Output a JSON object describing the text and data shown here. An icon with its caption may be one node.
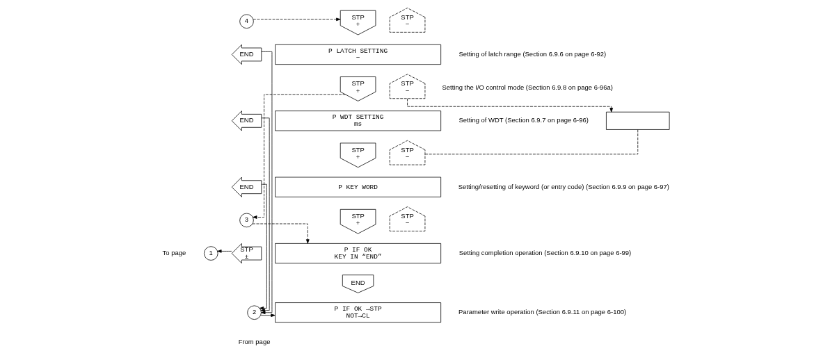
{
  "diagram": {
    "nodes": [
      {
        "text": [
          "4"
        ]
      },
      {
        "text": [
          "STP",
          "+"
        ]
      },
      {
        "text": [
          "STP",
          "−"
        ]
      },
      {
        "text": [
          "P LATCH SETTING",
          "−"
        ],
        "beside": [
          "Setting of latch range (Section 6.9.6 on page 6-92)"
        ]
      },
      {
        "text": [
          "END"
        ]
      },
      {
        "text": [
          "STP",
          "+"
        ]
      },
      {
        "text": [
          "STP",
          "−"
        ]
      },
      {
        "text": [
          "P WDT SETTING",
          "ms"
        ],
        "beside": [
          "Setting of WDT (Section 6.9.7 on page 6-96)"
        ]
      },
      {
        "text": [
          "END"
        ]
      },
      {
        "text": [],
        "shape": "box",
        "beside": [
          "Setting the I/O control mode (Section 6.9.8 on page 6-96a)"
        ]
      },
      {
        "text": [
          "STP",
          "+"
        ]
      },
      {
        "text": [
          "STP",
          "−"
        ]
      },
      {
        "text": [
          "P KEY WORD"
        ],
        "beside": [
          "Setting/resetting of keyword (or entry code) (Section 6.9.9 on page 6-97)"
        ]
      },
      {
        "text": [
          "END"
        ]
      },
      {
        "text": [
          "STP",
          "+"
        ]
      },
      {
        "text": [
          "STP",
          "−"
        ]
      },
      {
        "text": [
          "3"
        ]
      },
      {
        "text": [
          "P IF OK",
          "KEY IN “END”"
        ],
        "beside": [
          "Setting completion operation (Section 6.9.10 on page 6-99)"
        ]
      },
      {
        "text": [
          "STP",
          "±"
        ]
      },
      {
        "text": [
          "1"
        ],
        "beside": [
          "To page"
        ]
      },
      {
        "text": [
          "END"
        ]
      },
      {
        "text": [
          "2"
        ],
        "beside": [
          "From page"
        ]
      },
      {
        "text": [
          "P IF OK →STP",
          "NOT→CL"
        ],
        "beside": [
          "Parameter write operation (Section 6.9.11 on page 6-100)"
        ]
      }
    ],
    "edges": [
      {
        "from": 0,
        "to": 1,
        "arrow": "to",
        "style": "dashed"
      },
      {
        "from": 5,
        "to": 16,
        "arrow": "to",
        "style": "dashed"
      },
      {
        "from": 16,
        "to": 17,
        "arrow": "to",
        "style": "dashed"
      },
      {
        "from": 6,
        "to": 9,
        "arrow": "to",
        "style": "dashed"
      },
      {
        "from": 9,
        "to": 11,
        "arrow": "none",
        "style": "dashed"
      },
      {
        "from": 4,
        "to": 21,
        "arrow": "to"
      },
      {
        "from": 8,
        "to": 21,
        "arrow": "to"
      },
      {
        "from": 13,
        "to": 21,
        "arrow": "to"
      },
      {
        "from": 18,
        "to": 19,
        "arrow": "to"
      },
      {
        "from": 21,
        "to": 22,
        "arrow": "to"
      }
    ]
  }
}
